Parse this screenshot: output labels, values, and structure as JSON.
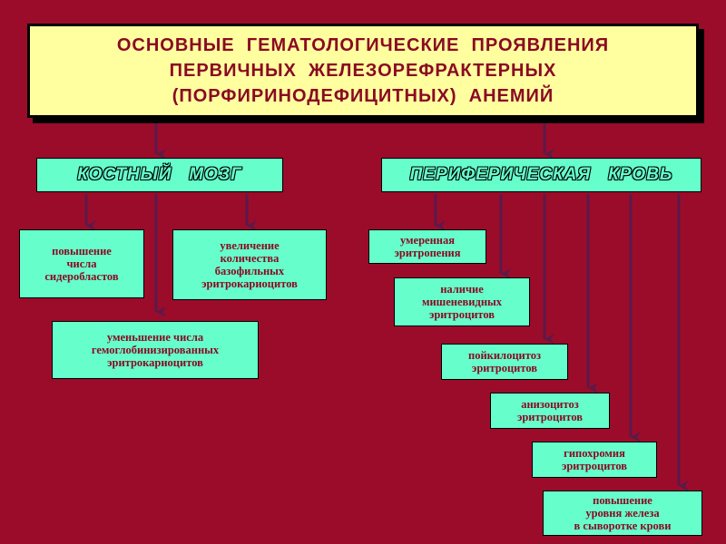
{
  "title": {
    "lines": [
      "ОСНОВНЫЕ  ГЕМАТОЛОГИЧЕСКИЕ  ПРОЯВЛЕНИЯ",
      "ПЕРВИЧНЫХ  ЖЕЛЕЗОРЕФРАКТЕРНЫХ",
      "(ПОРФИРИНОДЕФИЦИТНЫХ)  АНЕМИЙ"
    ]
  },
  "bone_marrow": {
    "label": "КОСТНЫЙ   МОЗГ",
    "items": [
      "повышение\nчисла\nсидеробластов",
      "увеличение\nколичества\nбазофильных\nэритрокариоцитов",
      "уменьшение числа\nгемоглобинизированных\nэритрокариоцитов"
    ]
  },
  "peripheral_blood": {
    "label": "ПЕРИФЕРИЧЕСКАЯ   КРОВЬ",
    "items": [
      "умеренная\nэритропения",
      "наличие\nмишеневидных\nэритроцитов",
      "пойкилоцитоз\nэритроцитов",
      "анизоцитоз\nэритроцитов",
      "гипохромия\nэритроцитов",
      "повышение\nуровня  железа\nв  сыворотке крови"
    ]
  },
  "colors": {
    "background": "#9b0c2a",
    "title_fill": "#ffffa0",
    "box_fill": "#66ffcc",
    "text": "#8a0a22",
    "arrow": "#5a1a4a"
  }
}
